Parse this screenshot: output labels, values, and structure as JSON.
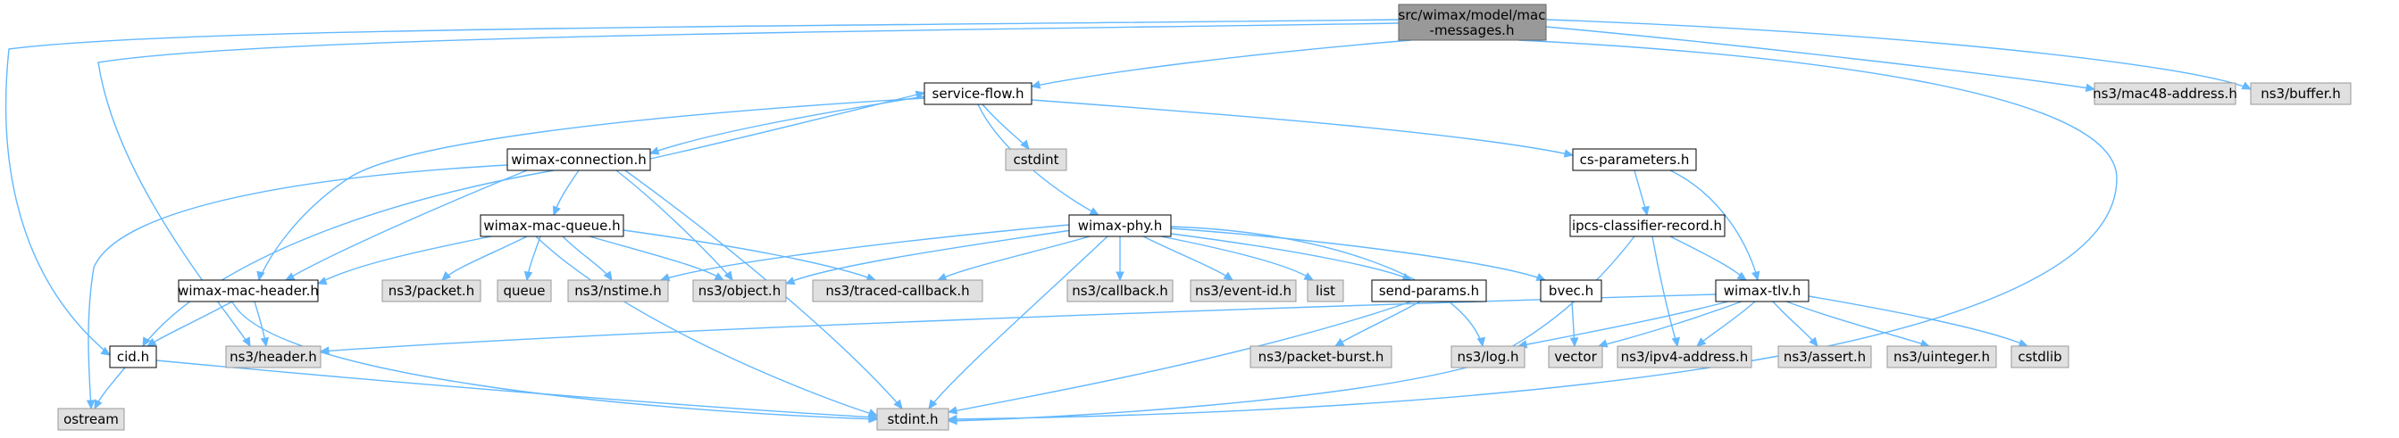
{
  "colors": {
    "root_fill": "#999999",
    "local_fill": "#ffffff",
    "external_fill": "#e0e0e0",
    "edge": "#63b8ff"
  },
  "nodes": {
    "root": {
      "line1": "src/wimax/model/mac",
      "line2": "-messages.h"
    },
    "service_flow": "service-flow.h",
    "mac48_address": "ns3/mac48-address.h",
    "buffer": "ns3/buffer.h",
    "wimax_connection": "wimax-connection.h",
    "cstdint": "cstdint",
    "cs_parameters": "cs-parameters.h",
    "wimax_mac_queue": "wimax-mac-queue.h",
    "wimax_phy": "wimax-phy.h",
    "ipcs_classifier_record": "ipcs-classifier-record.h",
    "wimax_mac_header": "wimax-mac-header.h",
    "packet": "ns3/packet.h",
    "queue": "queue",
    "nstime": "ns3/nstime.h",
    "object": "ns3/object.h",
    "traced_callback": "ns3/traced-callback.h",
    "callback": "ns3/callback.h",
    "event_id": "ns3/event-id.h",
    "list": "list",
    "send_params": "send-params.h",
    "bvec": "bvec.h",
    "wimax_tlv": "wimax-tlv.h",
    "cid": "cid.h",
    "header": "ns3/header.h",
    "packet_burst": "ns3/packet-burst.h",
    "log": "ns3/log.h",
    "vector": "vector",
    "ipv4_address": "ns3/ipv4-address.h",
    "assert": "ns3/assert.h",
    "uinteger": "ns3/uinteger.h",
    "cstdlib": "cstdlib",
    "ostream": "ostream",
    "stdint": "stdint.h"
  }
}
